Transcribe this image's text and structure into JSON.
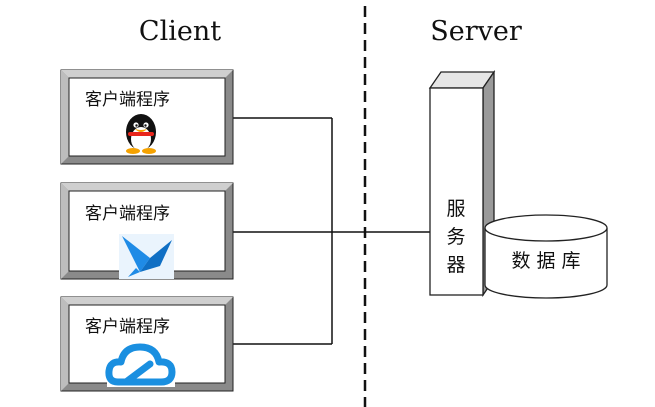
{
  "header": {
    "client_title": "Client",
    "server_title": "Server"
  },
  "clients": [
    {
      "label": "客户端程序",
      "icon": "penguin-icon"
    },
    {
      "label": "客户端程序",
      "icon": "bird-icon"
    },
    {
      "label": "客户端程序",
      "icon": "cloud-icon"
    }
  ],
  "server": {
    "chars": [
      "服",
      "务",
      "器"
    ]
  },
  "database": {
    "label": "数 据 库"
  },
  "colors": {
    "line": "#111111",
    "box_bevel": "#8a8a8a",
    "box_face": "#ffffff",
    "bird": "#1f8be6",
    "cloud": "#1a8fe0"
  }
}
